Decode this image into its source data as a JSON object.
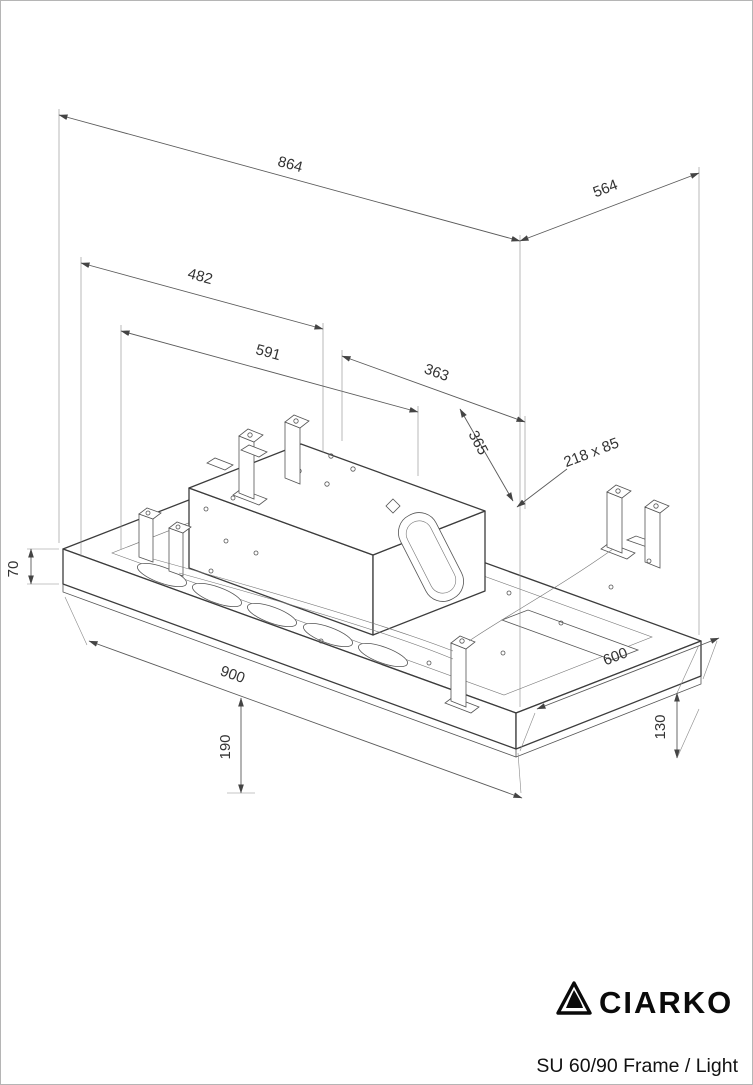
{
  "dimensions": {
    "overall_width": "864",
    "overall_depth": "564",
    "dim_482": "482",
    "dim_591": "591",
    "box_width": "363",
    "box_depth": "365",
    "duct_outlet": "218 x 85",
    "frame_edge_height": "70",
    "body_width": "900",
    "body_depth": "600",
    "body_height": "130",
    "drop_distance": "190"
  },
  "branding": {
    "logo_text": "CIARKO",
    "model_caption": "SU 60/90  Frame / Light"
  }
}
